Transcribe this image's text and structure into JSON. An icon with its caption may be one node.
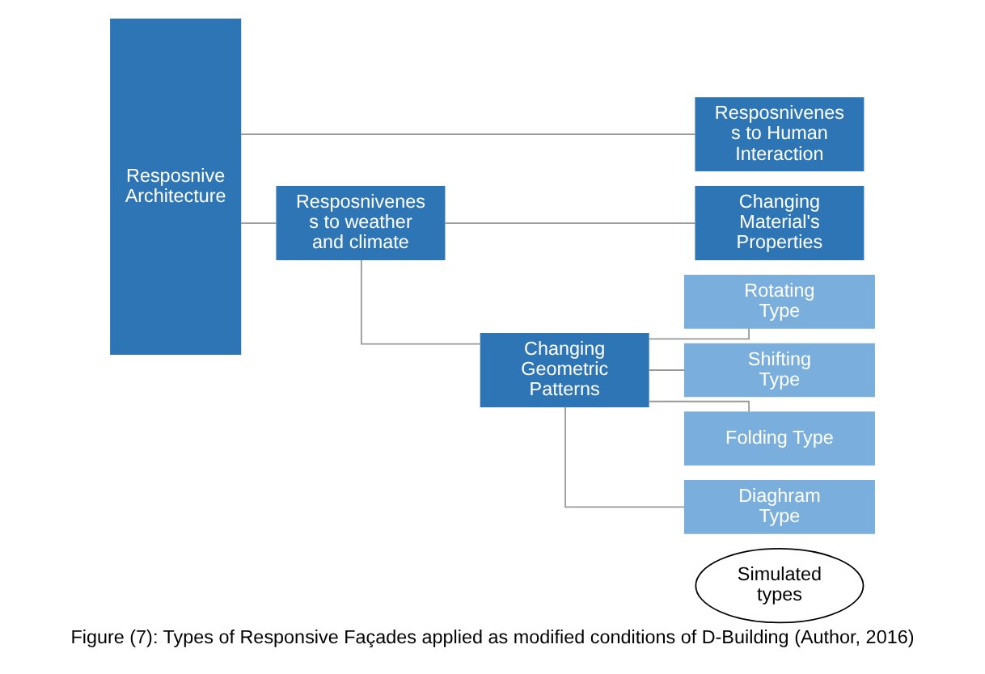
{
  "diagram": {
    "caption": "Figure (7): Types of Responsive Façades applied as modified conditions of D-Building (Author, 2016)",
    "nodes": [
      {
        "text": [
          "Resposnive Architecture"
        ]
      },
      {
        "text": [
          "Resposnivenes s to weather and climate"
        ]
      },
      {
        "text": [
          "Resposnivenes s to Human Interaction"
        ]
      },
      {
        "text": [
          "Changing Geometric Patterns"
        ]
      },
      {
        "text": [
          "Changing Material's Properties"
        ]
      },
      {
        "text": [
          "Rotating Type"
        ]
      },
      {
        "text": [
          "Shifting Type"
        ]
      },
      {
        "text": [
          "Folding Type"
        ]
      },
      {
        "text": [
          "Diaghram Type"
        ]
      },
      {
        "text": [
          "Simulated types"
        ]
      }
    ],
    "edges": [
      {
        "from": 0,
        "to": 1,
        "arrow": "none"
      },
      {
        "from": 0,
        "to": 2,
        "arrow": "none"
      },
      {
        "from": 1,
        "to": 3,
        "arrow": "none"
      },
      {
        "from": 1,
        "to": 4,
        "arrow": "none"
      },
      {
        "from": 3,
        "to": 5,
        "arrow": "none"
      },
      {
        "from": 3,
        "to": 6,
        "arrow": "none"
      },
      {
        "from": 3,
        "to": 7,
        "arrow": "none"
      },
      {
        "from": 3,
        "to": 8,
        "arrow": "none"
      }
    ]
  }
}
